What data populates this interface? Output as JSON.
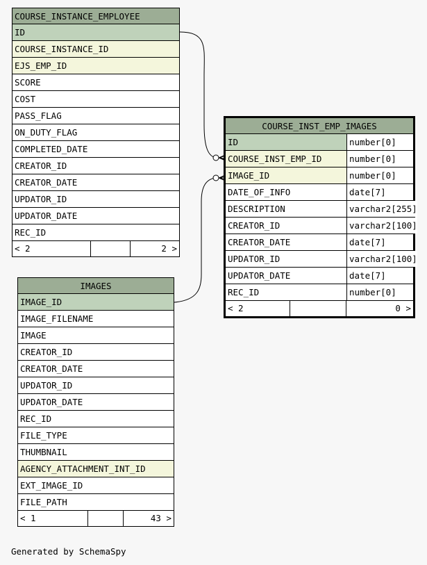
{
  "tables": {
    "course_instance_employee": {
      "title": "COURSE_INSTANCE_EMPLOYEE",
      "columns": [
        {
          "name": "ID",
          "kind": "pk"
        },
        {
          "name": "COURSE_INSTANCE_ID",
          "kind": "fk"
        },
        {
          "name": "EJS_EMP_ID",
          "kind": "fk"
        },
        {
          "name": "SCORE",
          "kind": ""
        },
        {
          "name": "COST",
          "kind": ""
        },
        {
          "name": "PASS_FLAG",
          "kind": ""
        },
        {
          "name": "ON_DUTY_FLAG",
          "kind": ""
        },
        {
          "name": "COMPLETED_DATE",
          "kind": ""
        },
        {
          "name": "CREATOR_ID",
          "kind": ""
        },
        {
          "name": "CREATOR_DATE",
          "kind": ""
        },
        {
          "name": "UPDATOR_ID",
          "kind": ""
        },
        {
          "name": "UPDATOR_DATE",
          "kind": ""
        },
        {
          "name": "REC_ID",
          "kind": ""
        }
      ],
      "footer": {
        "parents": "< 2",
        "children": "2 >"
      }
    },
    "course_inst_emp_images": {
      "title": "COURSE_INST_EMP_IMAGES",
      "columns": [
        {
          "name": "ID",
          "type": "number[0]",
          "kind": "pk"
        },
        {
          "name": "COURSE_INST_EMP_ID",
          "type": "number[0]",
          "kind": "fk"
        },
        {
          "name": "IMAGE_ID",
          "type": "number[0]",
          "kind": "fk"
        },
        {
          "name": "DATE_OF_INFO",
          "type": "date[7]",
          "kind": ""
        },
        {
          "name": "DESCRIPTION",
          "type": "varchar2[255]",
          "kind": ""
        },
        {
          "name": "CREATOR_ID",
          "type": "varchar2[100]",
          "kind": ""
        },
        {
          "name": "CREATOR_DATE",
          "type": "date[7]",
          "kind": ""
        },
        {
          "name": "UPDATOR_ID",
          "type": "varchar2[100]",
          "kind": ""
        },
        {
          "name": "UPDATOR_DATE",
          "type": "date[7]",
          "kind": ""
        },
        {
          "name": "REC_ID",
          "type": "number[0]",
          "kind": ""
        }
      ],
      "footer": {
        "parents": "< 2",
        "children": "0 >"
      }
    },
    "images": {
      "title": "IMAGES",
      "columns": [
        {
          "name": "IMAGE_ID",
          "kind": "pk"
        },
        {
          "name": "IMAGE_FILENAME",
          "kind": ""
        },
        {
          "name": "IMAGE",
          "kind": ""
        },
        {
          "name": "CREATOR_ID",
          "kind": ""
        },
        {
          "name": "CREATOR_DATE",
          "kind": ""
        },
        {
          "name": "UPDATOR_ID",
          "kind": ""
        },
        {
          "name": "UPDATOR_DATE",
          "kind": ""
        },
        {
          "name": "REC_ID",
          "kind": ""
        },
        {
          "name": "FILE_TYPE",
          "kind": ""
        },
        {
          "name": "THUMBNAIL",
          "kind": ""
        },
        {
          "name": "AGENCY_ATTACHMENT_INT_ID",
          "kind": "fk"
        },
        {
          "name": "EXT_IMAGE_ID",
          "kind": ""
        },
        {
          "name": "FILE_PATH",
          "kind": ""
        }
      ],
      "footer": {
        "parents": "< 1",
        "children": "43 >"
      }
    }
  },
  "footer_text": "Generated by SchemaSpy"
}
